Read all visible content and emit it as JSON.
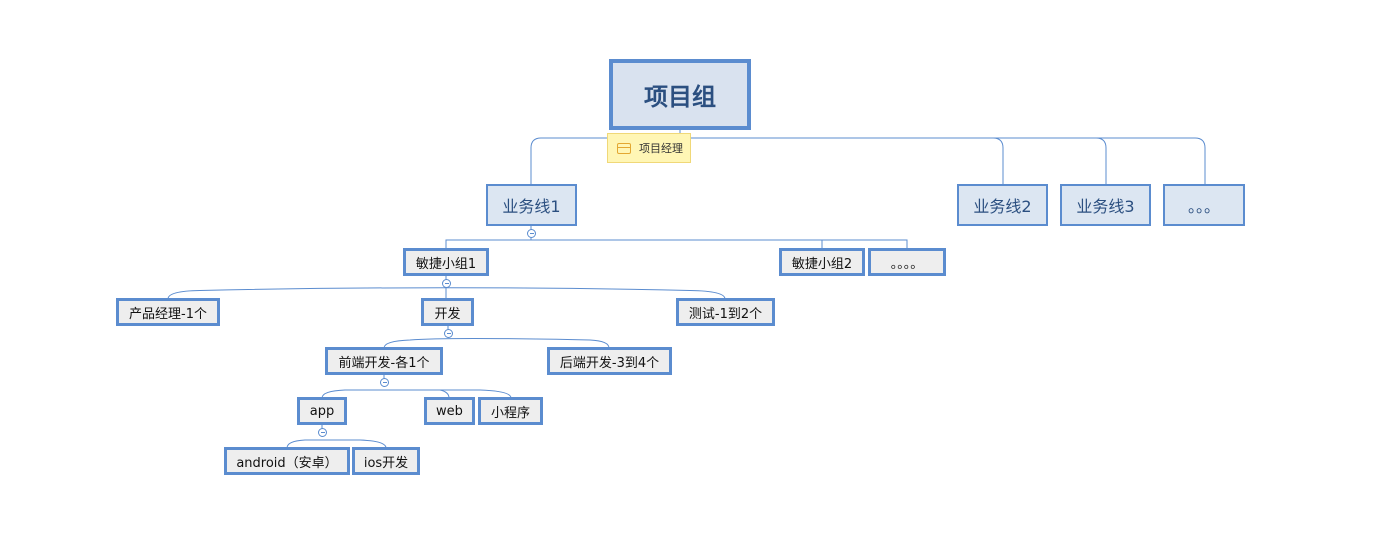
{
  "root": {
    "title": "项目组",
    "note": "项目经理"
  },
  "business_lines": [
    "业务线1",
    "业务线2",
    "业务线3",
    "。。。"
  ],
  "teams": [
    "敏捷小组1",
    "敏捷小组2",
    "。。。。"
  ],
  "roles": [
    "产品经理-1个",
    "开发",
    "测试-1到2个"
  ],
  "dev": [
    "前端开发-各1个",
    "后端开发-3到4个"
  ],
  "frontend": [
    "app",
    "web",
    "小程序"
  ],
  "app": [
    "android（安卓）",
    "ios开发"
  ],
  "colors": {
    "border": "#5b8ccf",
    "root_fill": "#d9e2ef",
    "line_fill": "#dce6f2",
    "sub_fill": "#eeeeee",
    "note_fill": "#fff6b5",
    "title_text": "#2b4f80"
  },
  "icons": {
    "note": "note-icon",
    "collapse": "collapse-toggle-icon"
  }
}
